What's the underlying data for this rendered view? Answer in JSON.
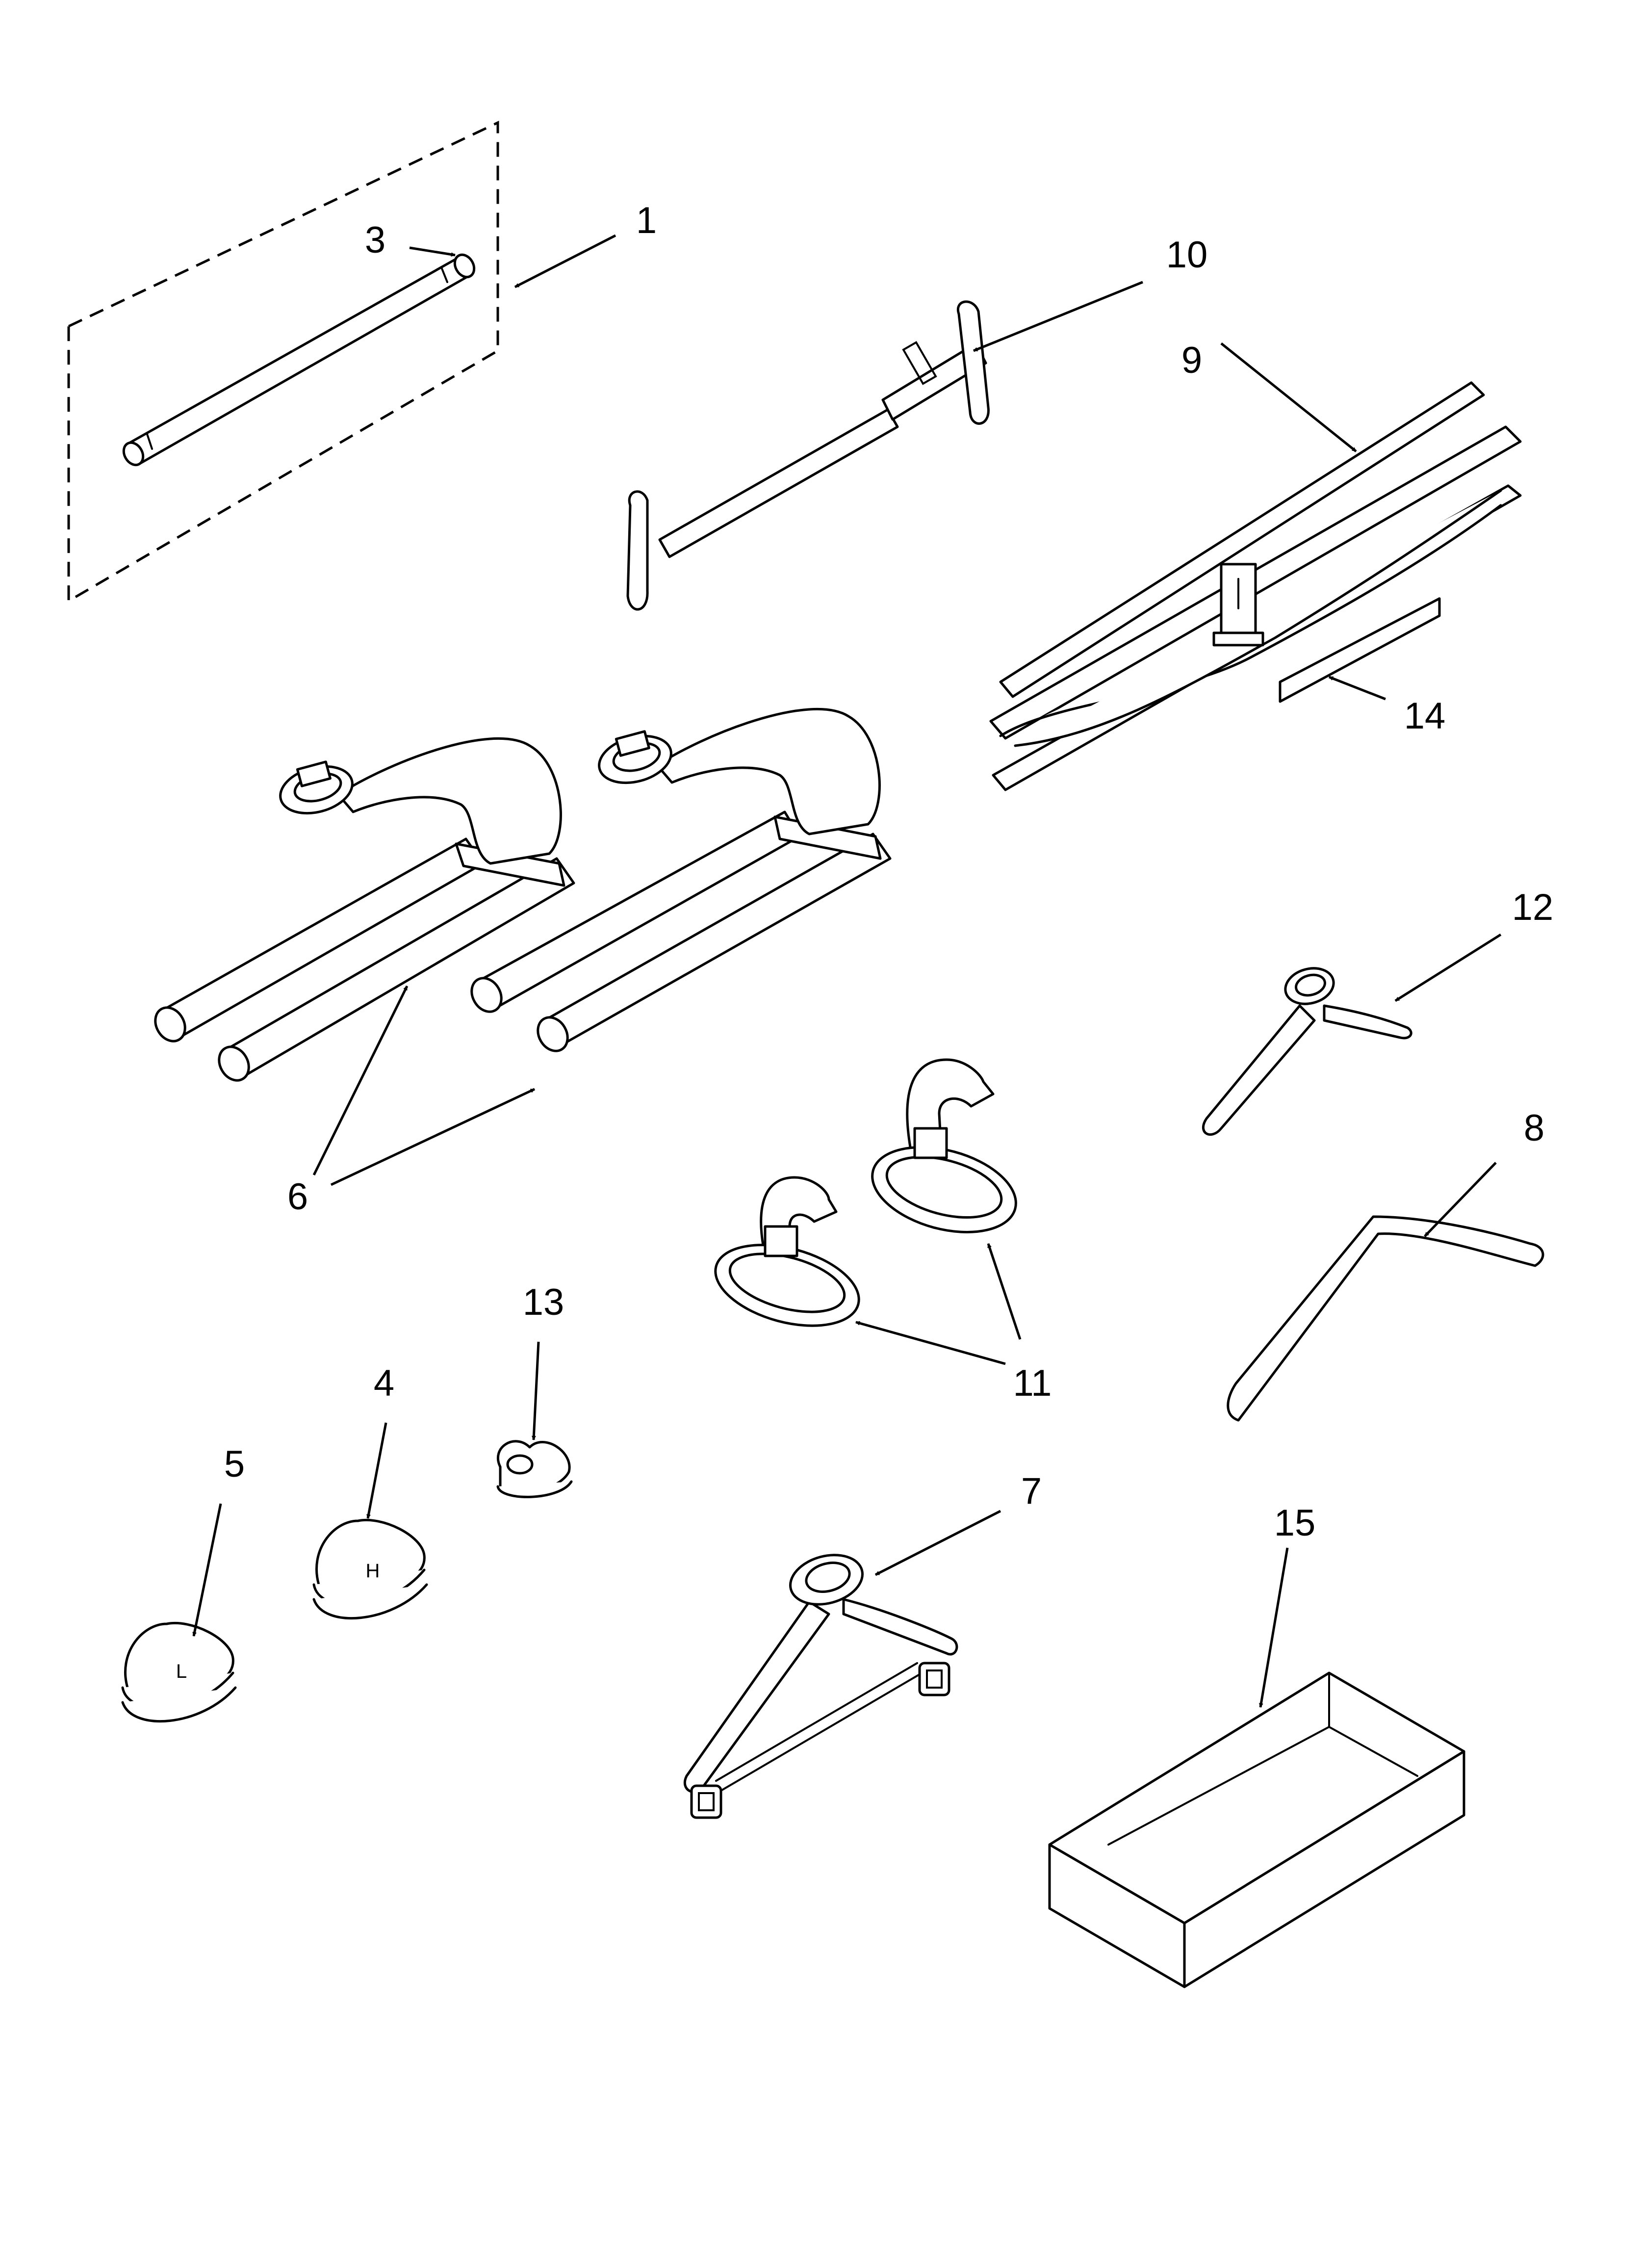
{
  "callouts": {
    "c1": "1",
    "c3": "3",
    "c4": "4",
    "c5": "5",
    "c6": "6",
    "c7": "7",
    "c8": "8",
    "c9": "9",
    "c10": "10",
    "c11": "11",
    "c12": "12",
    "c13": "13",
    "c14": "14",
    "c15": "15"
  },
  "markings": {
    "insert_high": "H",
    "insert_low": "L"
  },
  "colors": {
    "line": "#000000",
    "background": "#ffffff"
  }
}
